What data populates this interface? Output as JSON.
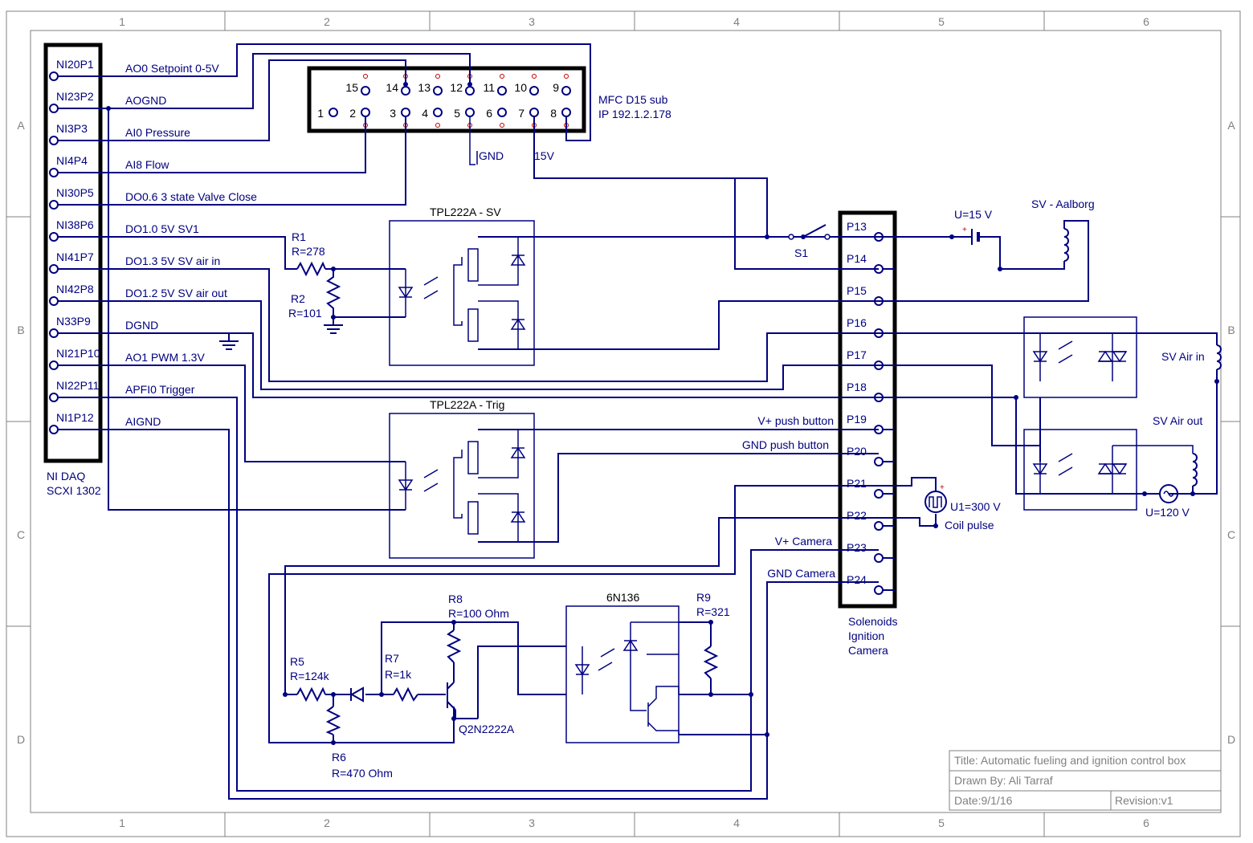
{
  "frame": {
    "columns": [
      "1",
      "2",
      "3",
      "4",
      "5",
      "6"
    ],
    "rows": [
      "A",
      "B",
      "C",
      "D"
    ]
  },
  "daq": {
    "pins": [
      "NI20P1",
      "NI23P2",
      "NI3P3",
      "NI4P4",
      "NI30P5",
      "NI38P6",
      "NI41P7",
      "NI42P8",
      "N33P9",
      "NI21P10",
      "NI22P11",
      "NI1P12"
    ],
    "signals": [
      "AO0 Setpoint 0-5V",
      "AOGND",
      "AI0 Pressure",
      "AI8 Flow",
      "DO0.6 3 state Valve Close",
      "DO1.0 5V SV1",
      "DO1.3 5V SV air in",
      "DO1.2 5V SV air out",
      "DGND",
      "AO1 PWM 1.3V",
      "APFI0 Trigger",
      "AIGND"
    ],
    "name_line1": "NI DAQ",
    "name_line2": "SCXI 1302"
  },
  "mfc": {
    "top_pins": [
      "15",
      "14",
      "13",
      "12",
      "11",
      "10",
      "9"
    ],
    "bottom_pins": [
      "1",
      "2",
      "3",
      "4",
      "5",
      "6",
      "7",
      "8"
    ],
    "name_line1": "MFC D15 sub",
    "name_line2": "IP 192.1.2.178",
    "gnd_label": "GND",
    "v15_label": "15V"
  },
  "terminal": {
    "pins": [
      "P13",
      "P14",
      "P15",
      "P16",
      "P17",
      "P18",
      "P19",
      "P20",
      "P21",
      "P22",
      "P23",
      "P24"
    ],
    "pin_labels": {
      "P19": "V+ push button",
      "P20": "GND push button",
      "P23": "V+ Camera",
      "P24": "GND Camera"
    },
    "name_lines": [
      "Solenoids",
      "Ignition",
      "Camera"
    ]
  },
  "components": {
    "tpl_sv": "TPL222A - SV",
    "tpl_trig": "TPL222A - Trig",
    "r1": "R1",
    "r1_val": "R=278",
    "r2": "R2",
    "r2_val": "R=101",
    "s1": "S1",
    "u15": "U=15 V",
    "sv_aalborg": "SV  - Aalborg",
    "sv_air_in": "SV  Air in",
    "sv_air_out": "SV Air out",
    "u120": "U=120 V",
    "u1": "U1=300 V",
    "coil": "Coil pulse",
    "r8": "R8",
    "r8_val": "R=100 Ohm",
    "r5": "R5",
    "r5_val": "R=124k",
    "r7": "R7",
    "r7_val": "R=1k",
    "r6": "R6",
    "r6_val": "R=470 Ohm",
    "q2": "Q2N2222A",
    "opto6n": "6N136",
    "r9": "R9",
    "r9_val": "R=321"
  },
  "title_block": {
    "title": "Title: Automatic fueling and ignition control box",
    "drawn_by": "Drawn By: Ali Tarraf",
    "date": "Date:9/1/16",
    "revision": "Revision:v1"
  }
}
